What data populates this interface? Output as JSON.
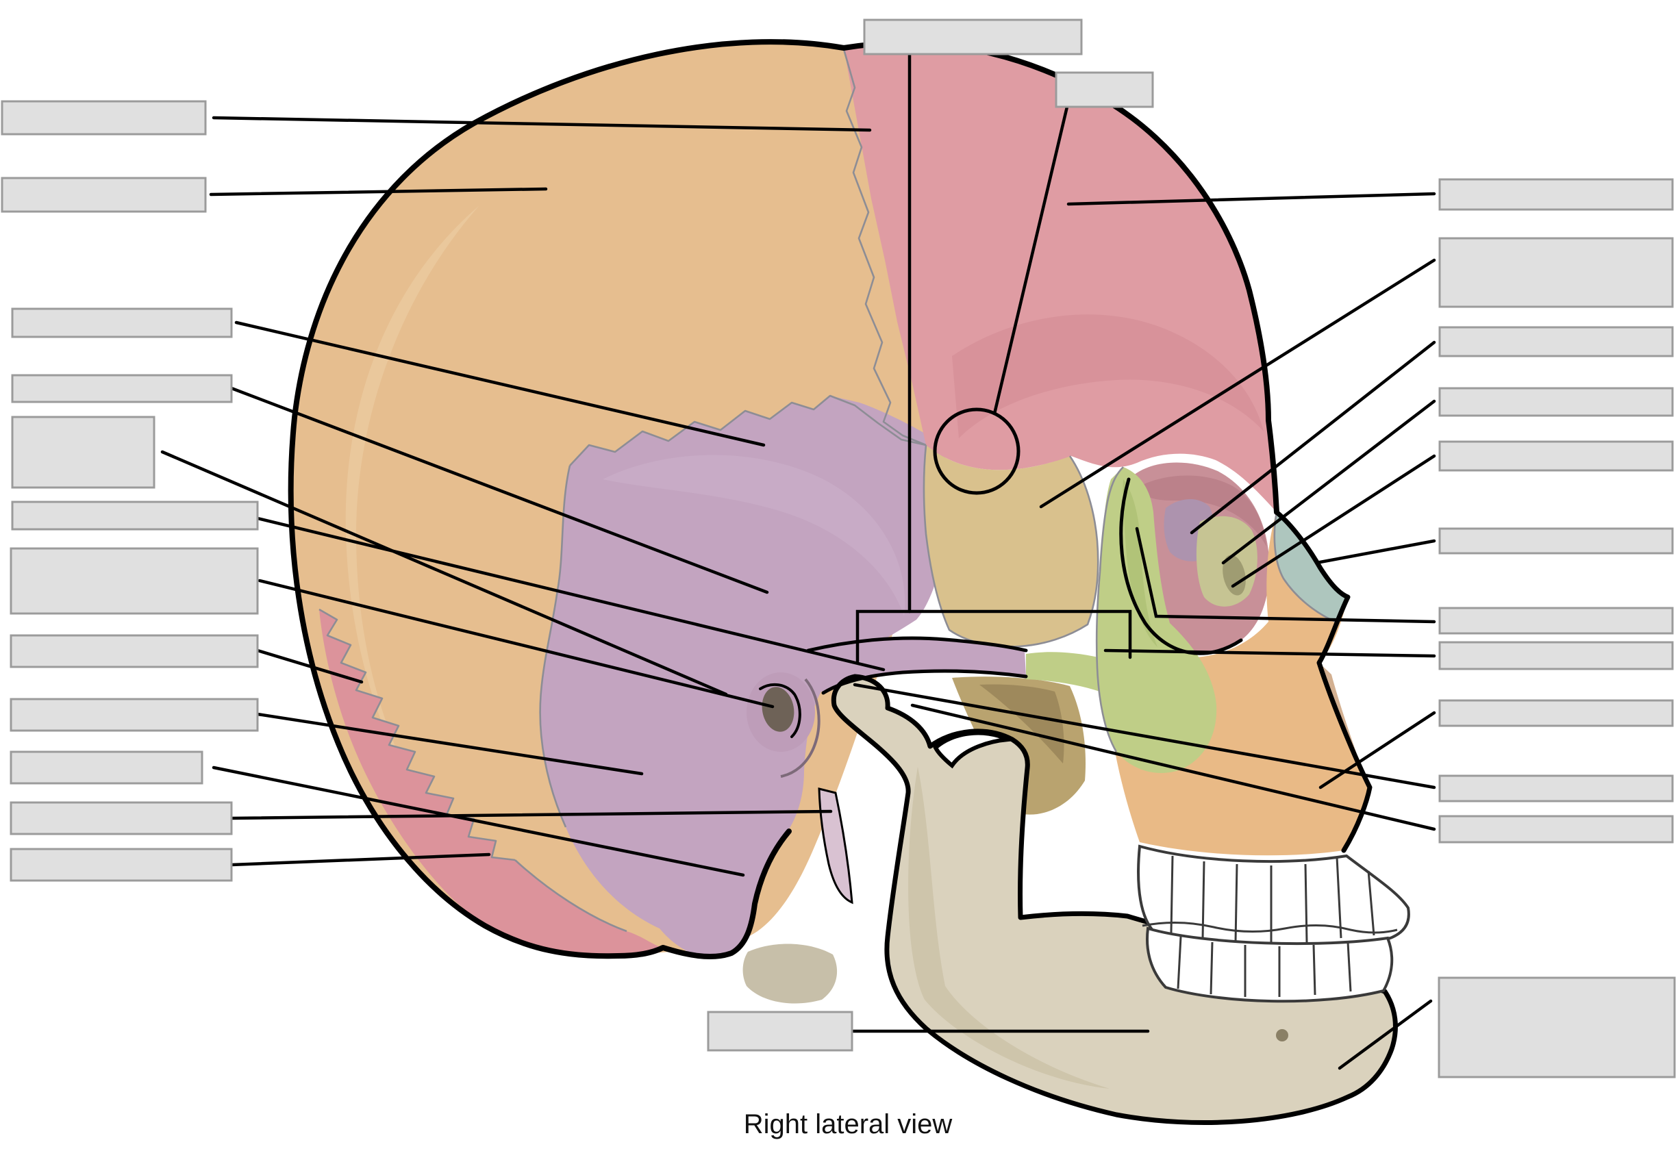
{
  "figure": {
    "caption": "Right lateral view",
    "kind": "anatomical labeling diagram",
    "subject": "Human skull, right lateral view, bones color-coded",
    "labels_state": "blank",
    "label_boxes": {
      "left_count": 12,
      "right_count": 12,
      "top_count": 2,
      "bottom_count": 1,
      "total": 27
    },
    "annotations": {
      "pterion_circle": true,
      "zygomatic_arch_bracket": true
    }
  },
  "colors": {
    "parietal": "#E6BE8F",
    "frontal": "#DF9CA3",
    "occipital": "#DC939B",
    "temporal": "#C3A4C0",
    "sphenoid": "#D9C18D",
    "zygomatic": "#BFCE87",
    "maxilla": "#E9BA86",
    "nasal": "#AEC6BE",
    "ethmoid": "#AD93AE",
    "lacrimal": "#C6C493",
    "lacrimal_fossa": "#9F9C72",
    "mandible": "#DAD2BD",
    "teeth": "#FFFFFF",
    "orbit_recess": "#C89098",
    "ear_ring": "#BE9DB9",
    "ear_canal": "#6E6257",
    "styloid": "#D9C2D2",
    "under_arch_bone": "#B9A36F",
    "base_bone": "#C7BFA9",
    "label_box_fill": "#E0E0E0",
    "label_box_border": "#9B9B9B",
    "leader_line": "#000000",
    "outline": "#000000",
    "suture_line": "#8D8D95"
  }
}
